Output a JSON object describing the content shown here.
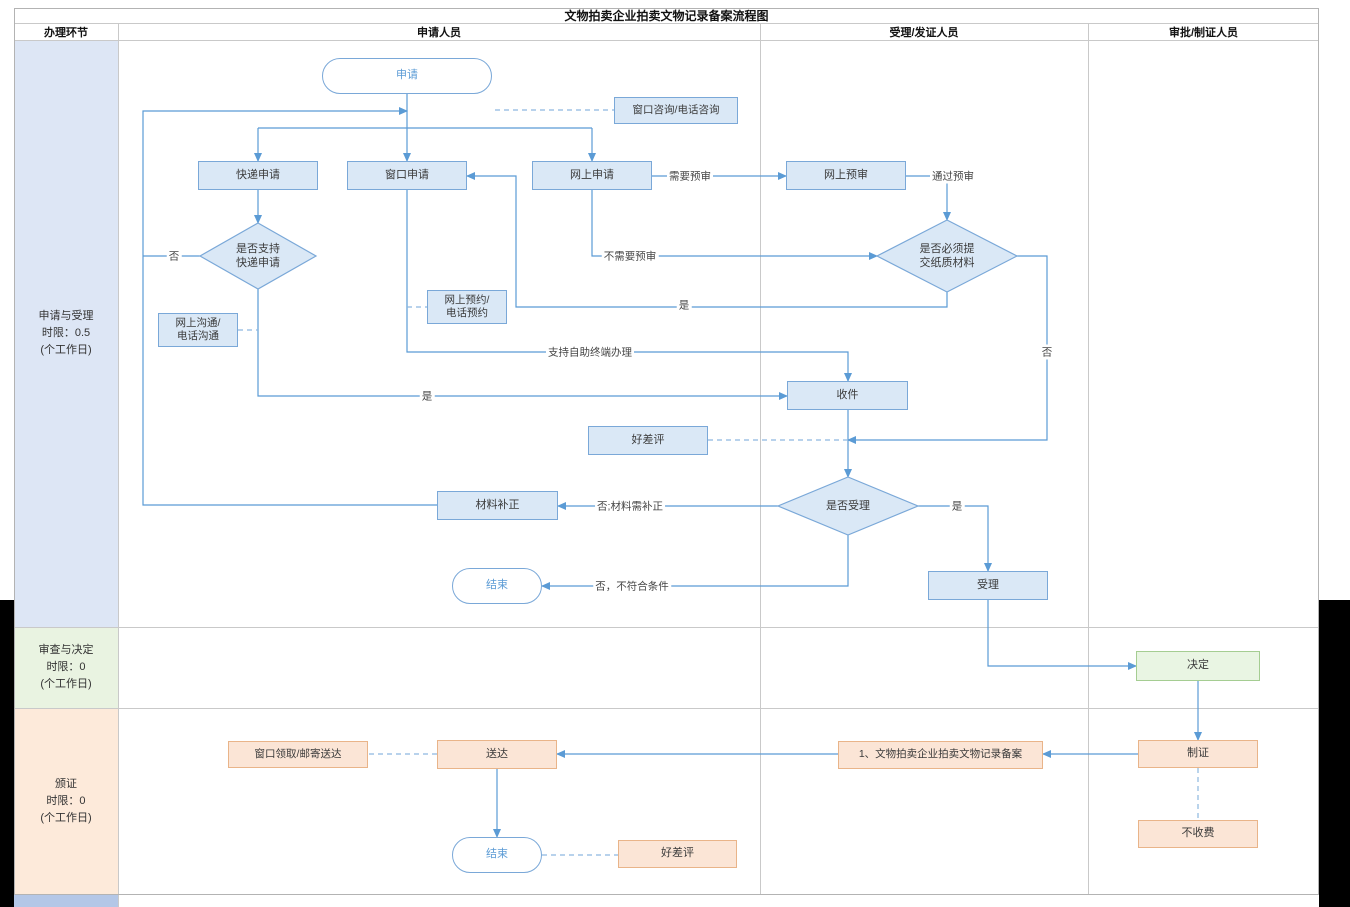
{
  "title": "文物拍卖企业拍卖文物记录备案流程图",
  "columns": [
    "办理环节",
    "申请人员",
    "受理/发证人员",
    "审批/制证人员"
  ],
  "lanes": [
    {
      "label": "申请与受理\n时限：0.5\n(个工作日)"
    },
    {
      "label": "审查与决定\n时限：0\n(个工作日)"
    },
    {
      "label": "颁证\n时限：0\n(个工作日)"
    }
  ],
  "nodes": {
    "start": "申请",
    "consult": "窗口咨询/电话咨询",
    "express_apply": "快递申请",
    "window_apply": "窗口申请",
    "online_apply": "网上申请",
    "online_preview": "网上预审",
    "express_support_q": "是否支持\n快递申请",
    "paper_q": "是否必须提\n交纸质材料",
    "online_booking": "网上预约/\n电话预约",
    "online_comm": "网上沟通/\n电话沟通",
    "receive": "收件",
    "rating_top": "好差评",
    "accept_q": "是否受理",
    "material_fix": "材料补正",
    "end_top": "结束",
    "accept": "受理",
    "decide": "决定",
    "pickup": "窗口领取/邮寄送达",
    "deliver": "送达",
    "record_item": "1、文物拍卖企业拍卖文物记录备案",
    "make_cert": "制证",
    "no_fee": "不收费",
    "end_bottom": "结束",
    "rating_bottom": "好差评"
  },
  "edge_labels": {
    "need_preview": "需要预审",
    "pass_preview": "通过预审",
    "no_need_preview": "不需要预审",
    "not_support_express": "否",
    "support_express": "是",
    "must_paper": "是",
    "no_paper": "否",
    "self_terminal": "支持自助终端办理",
    "need_fix": "否;材料需补正",
    "accepted": "是",
    "rejected": "否，不符合条件"
  },
  "colors": {
    "line": "#5b9bd5",
    "dashed_line": "#8db8e0",
    "node_blue": "#dae8f6",
    "node_green": "#e9f5e3",
    "node_orange": "#fbe5d6",
    "lane1_bg": "#dde6f5",
    "lane2_bg": "#e9f3e1",
    "lane3_bg": "#fdeada",
    "strip_bg": "#b4c7e7"
  }
}
